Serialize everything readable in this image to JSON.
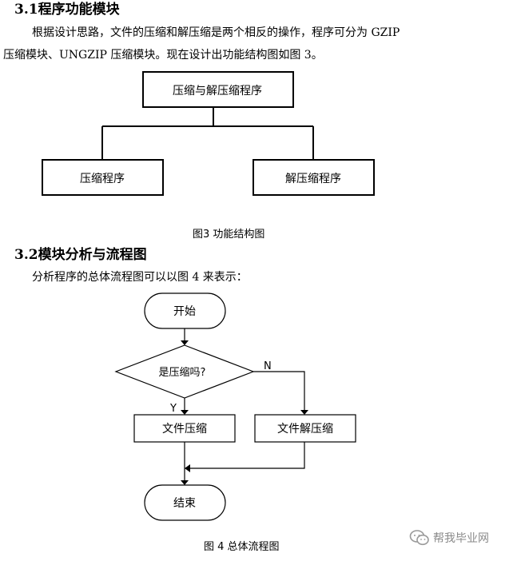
{
  "section1": {
    "heading": "3.1程序功能模块",
    "para_line1": "根据设计思路，文件的压缩和解压缩是两个相反的操作，程序可分为 GZIP",
    "para_line2": "压缩模块、UNGZIP 压缩模块。现在设计出功能结构图如图 3。"
  },
  "figure3": {
    "root": "压缩与解压缩程序",
    "left": "压缩程序",
    "right": "解压缩程序",
    "caption": "图3 功能结构图"
  },
  "section2": {
    "heading": "3.2模块分析与流程图",
    "para": "分析程序的总体流程图可以以图 4 来表示："
  },
  "figure4": {
    "start": "开始",
    "decision": "是压缩吗?",
    "yes_label": "Y",
    "no_label": "N",
    "compress": "文件压缩",
    "decompress": "文件解压缩",
    "end": "结束",
    "caption": "图 4 总体流程图"
  },
  "watermark": {
    "text": "帮我毕业网",
    "icon": "wechat-icon"
  }
}
